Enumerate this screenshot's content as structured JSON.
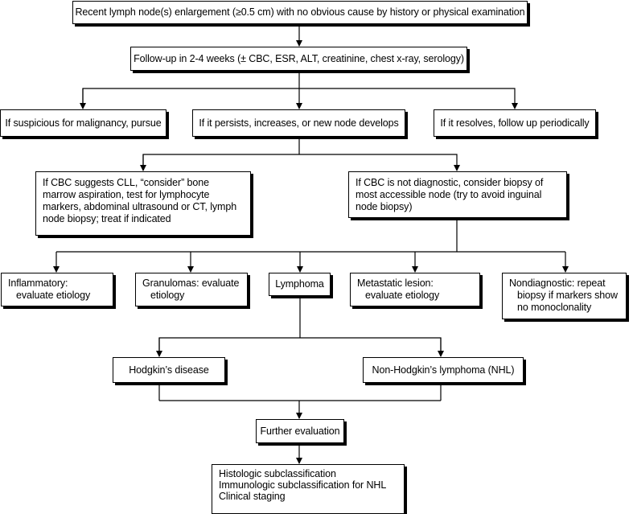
{
  "nodes": {
    "start": "Recent lymph node(s) enlargement (≥0.5 cm) with no obvious cause by history or physical examination",
    "followup": "Follow-up in 2-4 weeks (± CBC, ESR, ALT, creatinine, chest x-ray, serology)",
    "suspicious": "If suspicious for malignancy, pursue",
    "persists": "If it persists, increases, or new node develops",
    "resolves": "If it resolves, follow up periodically",
    "cbc_cll": "If CBC suggests CLL, “consider” bone marrow aspiration, test for lymphocyte markers, abdominal ultrasound or CT, lymph node biopsy; treat if indicated",
    "cbc_not_diag": "If CBC is not diagnostic, consider biopsy of most accessible node (try to avoid inguinal node biopsy)",
    "inflammatory": "Inflammatory: evaluate etiology",
    "granulomas": "Granulomas: evaluate etiology",
    "lymphoma": "Lymphoma",
    "metastatic": "Metastatic lesion: evaluate etiology",
    "nondiagnostic": "Nondiagnostic: repeat biopsy if markers show no monoclonality",
    "hodgkin": "Hodgkin’s disease",
    "nhl": "Non-Hodgkin’s lymphoma (NHL)",
    "further": "Further evaluation",
    "final": [
      "Histologic subclassification",
      "Immunologic subclassification for NHL",
      "Clinical staging"
    ]
  },
  "colors": {
    "line": "#000000",
    "background": "#ffffff"
  }
}
